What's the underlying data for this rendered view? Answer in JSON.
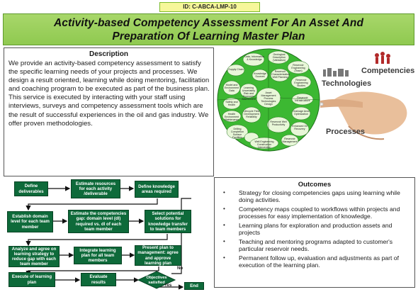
{
  "id_badge": "ID: C-ABCA-LMP-10",
  "title": {
    "line1": "Activity-based Competency Assessment For An Asset And",
    "line2": "Preparation Of Learning Master Plan"
  },
  "description": {
    "heading": "Description",
    "text": "We provide an activity-based competency assessment to satisfy the specific learning needs of your projects and processes. We design a result oriented, learning while doing mentoring, facilitation and coaching program to be executed as part of the business plan. This service is executed by interacting with your staff using interviews, surveys and competency assessment tools which are the result of successful experiences in the oil and gas industry. We offer proven methodologies."
  },
  "outcomes": {
    "heading": "Outcomes",
    "items": [
      "Strategy for closing competencies gaps using learning while doing activities.",
      "Competency maps coupled to workflows within projects and processes for easy implementation of knowledge.",
      "Learning plans for exploration and production assets and projects",
      "Teaching and mentoring programs adapted to customer's particular reservoir needs.",
      "Permanent follow up, evaluation and adjustments as part of execution of the learning plan."
    ]
  },
  "flowchart": {
    "define_deliverables": "Define deliverables",
    "estimate_resources": "Estimate resources for each activity /deliverable",
    "define_knowledge": "Define knowledge areas required",
    "establish_domain": "Establish domain level for each team member",
    "estimate_gaps": "Estimate the competencies gap: domain level (dl) required vs. dl of each team member",
    "select_solutions": "Select potential solutions for knowledge transfer to team members",
    "analyze_agree": "Analyze and agree on learning strategy to reduce gap with each team member",
    "integrate_plan": "Integrate learning plan for all team members",
    "present_plan": "Present plan to management: agree and approve learning plan",
    "execute_plan": "Execute of learning plan",
    "evaluate_results": "Evaluate results",
    "objectives": "Objectives satisfied",
    "no_label": "No",
    "yes_label": "Yes",
    "end_label": "End"
  },
  "mindmap": {
    "labels": [
      "Data, Information & Knowledge",
      "Geological Description (Validation)",
      "Reservoir Engineering (Team)",
      "Supply Chain",
      "Reservoir Characterization Well Planning",
      "Reservoir Engineering Studies",
      "Model and Environment Data",
      "Knowledge Sources",
      "Production Engineering",
      "Safety and Health",
      "Learning Uncertainty Risk and Economic Assessment",
      "Asset Management Process Technologies Design",
      "Reservoir Infrastructure",
      "Health Environment Maintenance",
      "Lifecycle Field Development Reliability",
      "Drainage Area Optimization",
      "Drilling Completion Surface Facilities",
      "Reservoir Well Productivity",
      "Production Engineering & Optimization",
      "Field Monitoring Surveillance",
      "Enhanced Oil Recovery",
      "Well Engineering Construction Intervention",
      "Reservoir Management",
      "Recovery (EOR)"
    ]
  },
  "side_keywords": {
    "competencies": "Competencies",
    "technologies": "Technologies",
    "processes": "Processes"
  },
  "colors": {
    "title_bg": "#9fd160",
    "badge_bg": "#f6f79a",
    "flow_box": "#0e6a3a",
    "mindmap_fill": "#3cb832",
    "keyword_text": "#3b3b3b"
  }
}
